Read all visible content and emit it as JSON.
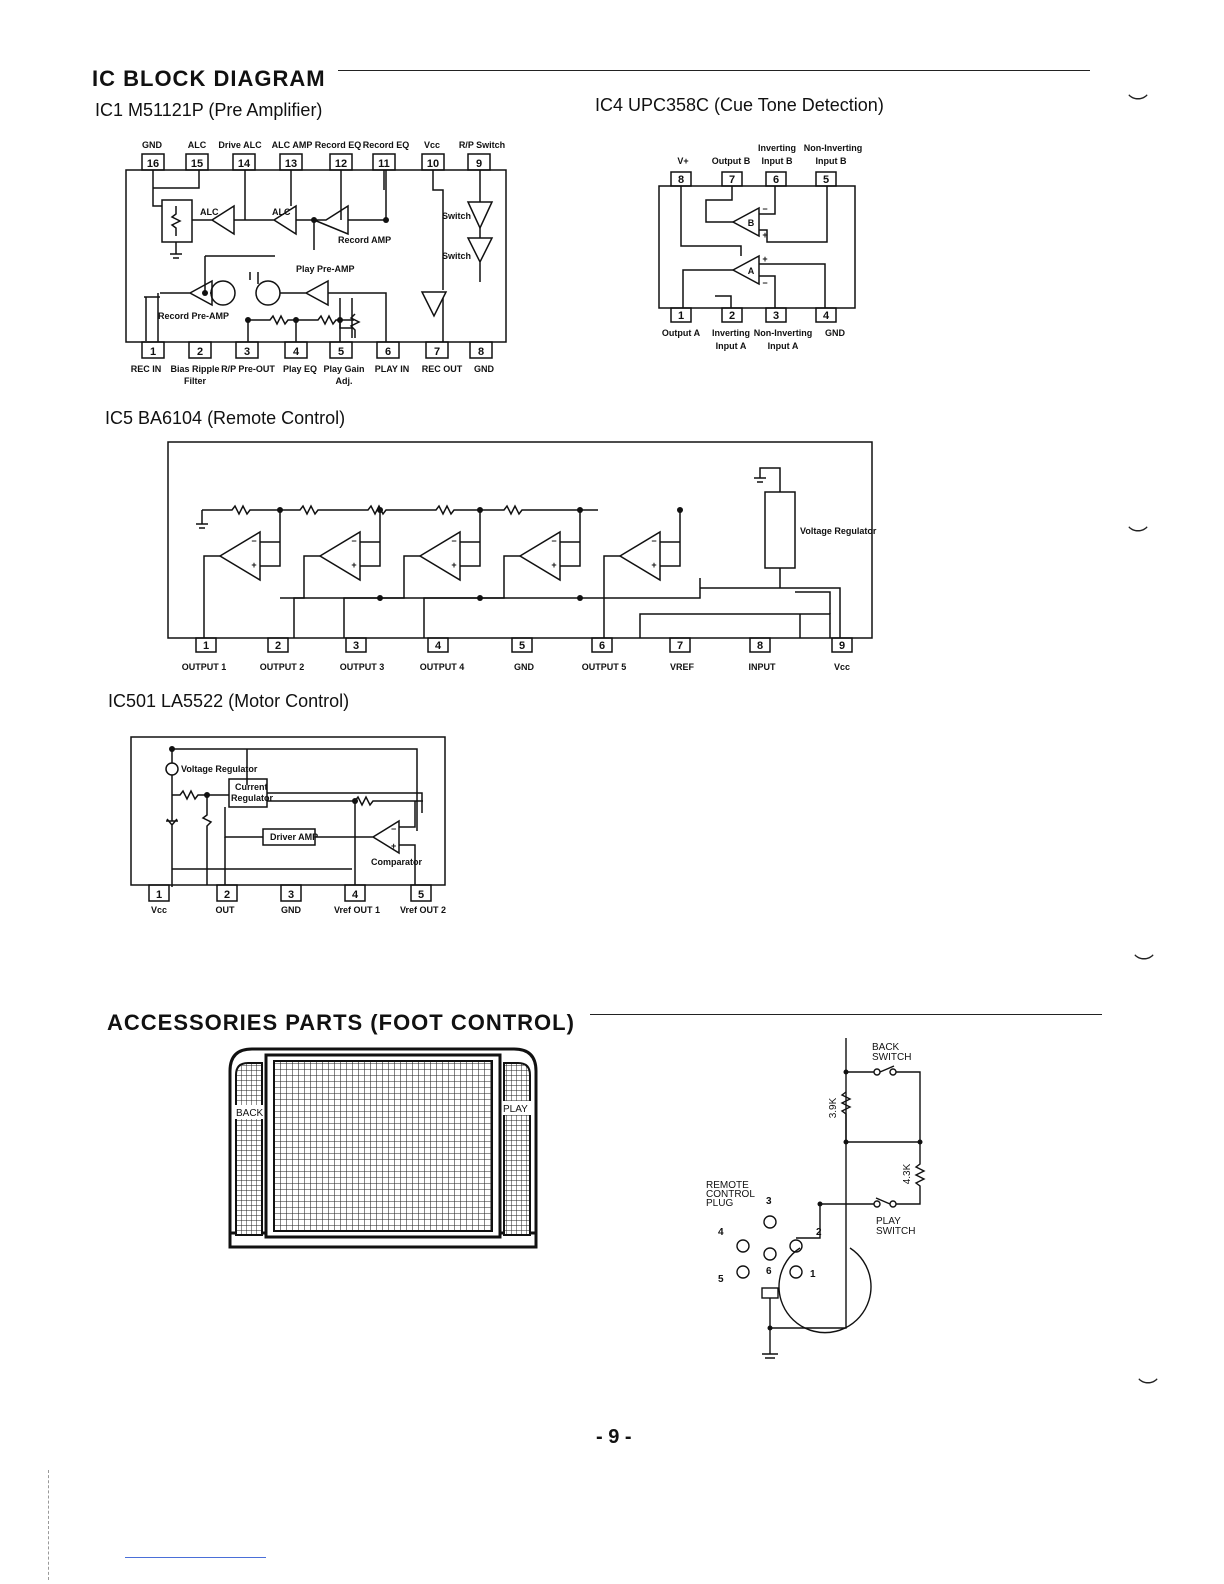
{
  "headings": {
    "ic_block": "IC BLOCK DIAGRAM",
    "accessories": "ACCESSORIES PARTS (FOOT CONTROL)"
  },
  "ic1": {
    "title": "IC1 M51121P (Pre Amplifier)",
    "top_pins": [
      {
        "num": "16",
        "label": "GND"
      },
      {
        "num": "15",
        "label": "ALC"
      },
      {
        "num": "14",
        "label": "Drive ALC"
      },
      {
        "num": "13",
        "label": "ALC AMP"
      },
      {
        "num": "12",
        "label": "Record EQ"
      },
      {
        "num": "11",
        "label": "Record EQ"
      },
      {
        "num": "10",
        "label": "Vcc"
      },
      {
        "num": "9",
        "label": "R/P Switch"
      }
    ],
    "bottom_pins": [
      {
        "num": "1",
        "label": "REC IN",
        "label2": ""
      },
      {
        "num": "2",
        "label": "Bias Ripple",
        "label2": "Filter"
      },
      {
        "num": "3",
        "label": "R/P Pre-OUT",
        "label2": ""
      },
      {
        "num": "4",
        "label": "Play EQ",
        "label2": ""
      },
      {
        "num": "5",
        "label": "Play Gain",
        "label2": "Adj."
      },
      {
        "num": "6",
        "label": "PLAY IN",
        "label2": ""
      },
      {
        "num": "7",
        "label": "REC OUT",
        "label2": ""
      },
      {
        "num": "8",
        "label": "GND",
        "label2": ""
      }
    ],
    "internal": {
      "alc1": "ALC",
      "alc2": "ALC",
      "record_amp": "Record AMP",
      "switch1": "Switch",
      "switch2": "Switch",
      "play_preamp": "Play Pre-AMP",
      "record_preamp": "Record Pre-AMP"
    }
  },
  "ic4": {
    "title": "IC4 UPC358C (Cue Tone Detection)",
    "top_pins": [
      {
        "num": "8",
        "label": "V+",
        "label_top": ""
      },
      {
        "num": "7",
        "label": "Output B",
        "label_top": ""
      },
      {
        "num": "6",
        "label": "Input B",
        "label_top": "Inverting"
      },
      {
        "num": "5",
        "label": "Input B",
        "label_top": "Non-Inverting"
      }
    ],
    "bottom_pins": [
      {
        "num": "1",
        "label": "Output A",
        "label2": ""
      },
      {
        "num": "2",
        "label": "Inverting",
        "label2": "Input A"
      },
      {
        "num": "3",
        "label": "Non-Inverting",
        "label2": "Input A"
      },
      {
        "num": "4",
        "label": "GND",
        "label2": ""
      }
    ],
    "amp_a": "A",
    "amp_b": "B",
    "plus": "+",
    "minus": "−"
  },
  "ic5": {
    "title": "IC5 BA6104 (Remote Control)",
    "pins": [
      {
        "num": "1",
        "label": "OUTPUT 1"
      },
      {
        "num": "2",
        "label": "OUTPUT 2"
      },
      {
        "num": "3",
        "label": "OUTPUT 3"
      },
      {
        "num": "4",
        "label": "OUTPUT 4"
      },
      {
        "num": "5",
        "label": "GND"
      },
      {
        "num": "6",
        "label": "OUTPUT 5"
      },
      {
        "num": "7",
        "label": "VREF"
      },
      {
        "num": "8",
        "label": "INPUT"
      },
      {
        "num": "9",
        "label": "Vcc"
      }
    ],
    "voltage_regulator": "Voltage Regulator",
    "plus": "+",
    "minus": "−"
  },
  "ic501": {
    "title": "IC501 LA5522 (Motor Control)",
    "pins": [
      {
        "num": "1",
        "label": "Vcc"
      },
      {
        "num": "2",
        "label": "OUT"
      },
      {
        "num": "3",
        "label": "GND"
      },
      {
        "num": "4",
        "label": "Vref OUT 1"
      },
      {
        "num": "5",
        "label": "Vref OUT 2"
      }
    ],
    "voltage_regulator": "Voltage Regulator",
    "current_regulator_1": "Current",
    "current_regulator_2": "Regulator",
    "driver_amp": "Driver AMP",
    "comparator": "Comparator",
    "plus": "+",
    "minus": "−"
  },
  "foot_control": {
    "back_label": "BACK",
    "play_label": "PLAY"
  },
  "schematic": {
    "back_switch_1": "BACK",
    "back_switch_2": "SWITCH",
    "play_switch_1": "PLAY",
    "play_switch_2": "SWITCH",
    "r1": "3.9K",
    "r2": "4.3K",
    "plug_1": "REMOTE",
    "plug_2": "CONTROL",
    "plug_3": "PLUG",
    "pin_labels": [
      "1",
      "2",
      "3",
      "4",
      "5",
      "6"
    ]
  },
  "page_number": "- 9 -",
  "theme": {
    "ink": "#111111",
    "paper": "#ffffff",
    "link_line": "#4a6fd8"
  }
}
